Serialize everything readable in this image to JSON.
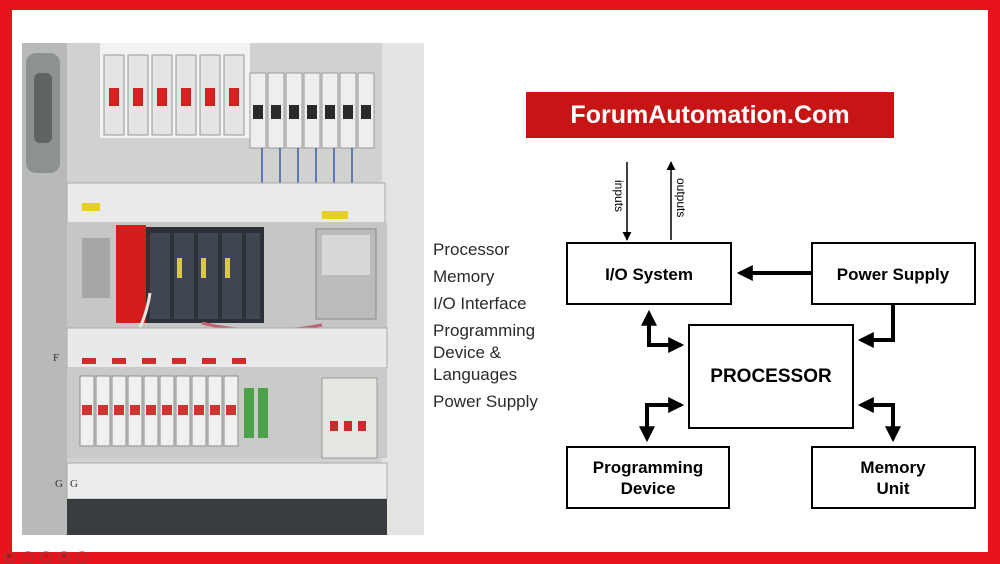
{
  "brand": {
    "text": "ForumAutomation.Com"
  },
  "legend": {
    "items": [
      "Processor",
      "Memory",
      "I/O Interface",
      "Programming Device & Languages",
      "Power Supply"
    ],
    "item_lines": [
      [
        "Processor"
      ],
      [
        "Memory"
      ],
      [
        "I/O Interface"
      ],
      [
        "Programming",
        "Device &",
        "Languages"
      ],
      [
        "Power Supply"
      ]
    ]
  },
  "diagram": {
    "inputs_label": "inputs",
    "outputs_label": "outputs",
    "io_system": "I/O System",
    "power_supply": "Power Supply",
    "processor": "PROCESSOR",
    "programming_device_lines": [
      "Programming",
      "Device"
    ],
    "memory_unit_lines": [
      "Memory",
      "Unit"
    ]
  },
  "photo": {
    "rail_labels": [
      "F",
      "G",
      "G"
    ]
  },
  "colors": {
    "frame": "#e8141c",
    "brand_bg": "#c71515",
    "brand_text": "#ffffff",
    "diagram_line": "#000000"
  },
  "icons": [
    "play-icon",
    "forward-icon",
    "edit-icon",
    "save-icon",
    "more-icon"
  ]
}
